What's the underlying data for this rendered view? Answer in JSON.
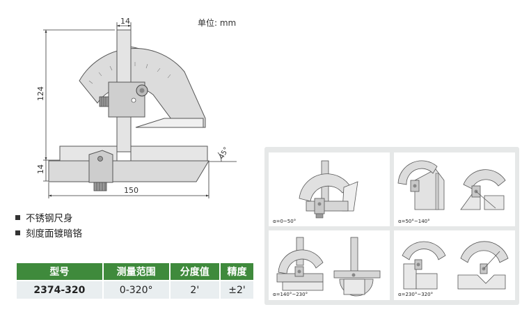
{
  "unit_label": "单位: mm",
  "dimensions": {
    "width_top": "14",
    "height": "124",
    "base_height": "14",
    "length": "150",
    "angle": "45°"
  },
  "features": [
    "不锈钢尺身",
    "刻度面镀暗铬"
  ],
  "spec_table": {
    "headers": [
      "型号",
      "测量范围",
      "分度值",
      "精度"
    ],
    "row": [
      "2374-320",
      "0-320°",
      "2'",
      "±2'"
    ]
  },
  "usage_captions": [
    "α=0~50°",
    "α=50°~140°",
    "α=140°~230°",
    "α=230°~320°"
  ],
  "colors": {
    "header_green": "#3f8a3c",
    "cell_bg": "#e9eef0",
    "panel_bg": "#e6e8e8"
  }
}
